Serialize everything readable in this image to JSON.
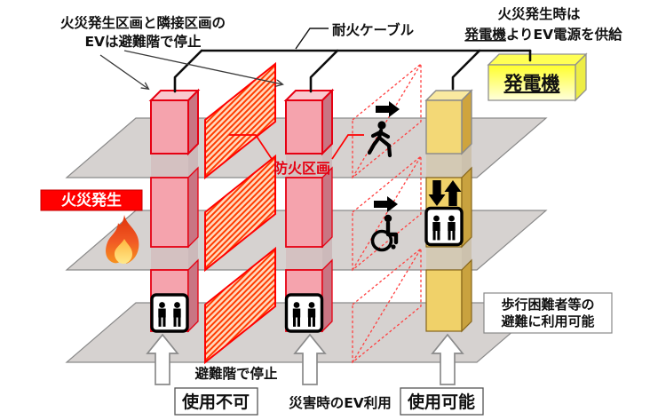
{
  "notes": {
    "top_left": {
      "line1": "火災発生区画と隣接区画の",
      "line2": "EVは避難階で停止"
    },
    "cable": "耐火ケーブル",
    "power": {
      "line1": "火災発生時は",
      "emphasis": "発電機",
      "rest": "よりEV電源を供給"
    },
    "accessible": {
      "line1": "歩行困難者等の",
      "line2": "避難に利用可能"
    }
  },
  "labels": {
    "generator": "発電機",
    "fire_event": "火災発生",
    "fire_compartment": "防火区画",
    "stop_at_evacuation_floor": "避難階で停止",
    "unusable": "使用不可",
    "disaster_ev_use": "災害時のEV利用",
    "usable": "使用可能"
  },
  "icons": {
    "flame": "flame-icon",
    "elevator_cab": "elevator-passengers-icon",
    "walking_person": "walking-person-icon",
    "wheelchair": "wheelchair-icon",
    "up_down_arrows": "elevator-up-down-arrows",
    "right_arrow": "direction-right-arrow",
    "white_up_arrow": "evacuation-up-arrow"
  },
  "colors": {
    "accent_red": "#e60012",
    "shaft_pink": "#f5a3ad",
    "shaft_pink_side": "#c97583",
    "shaft_yellow": "#f0d169",
    "shaft_yellow_side": "#c9a23f",
    "slab_gray": "#cdc8c6",
    "generator_yellow": "#ffff2b",
    "fire_red": "#ff0000",
    "hatch_stripe": "#ff3b00"
  }
}
